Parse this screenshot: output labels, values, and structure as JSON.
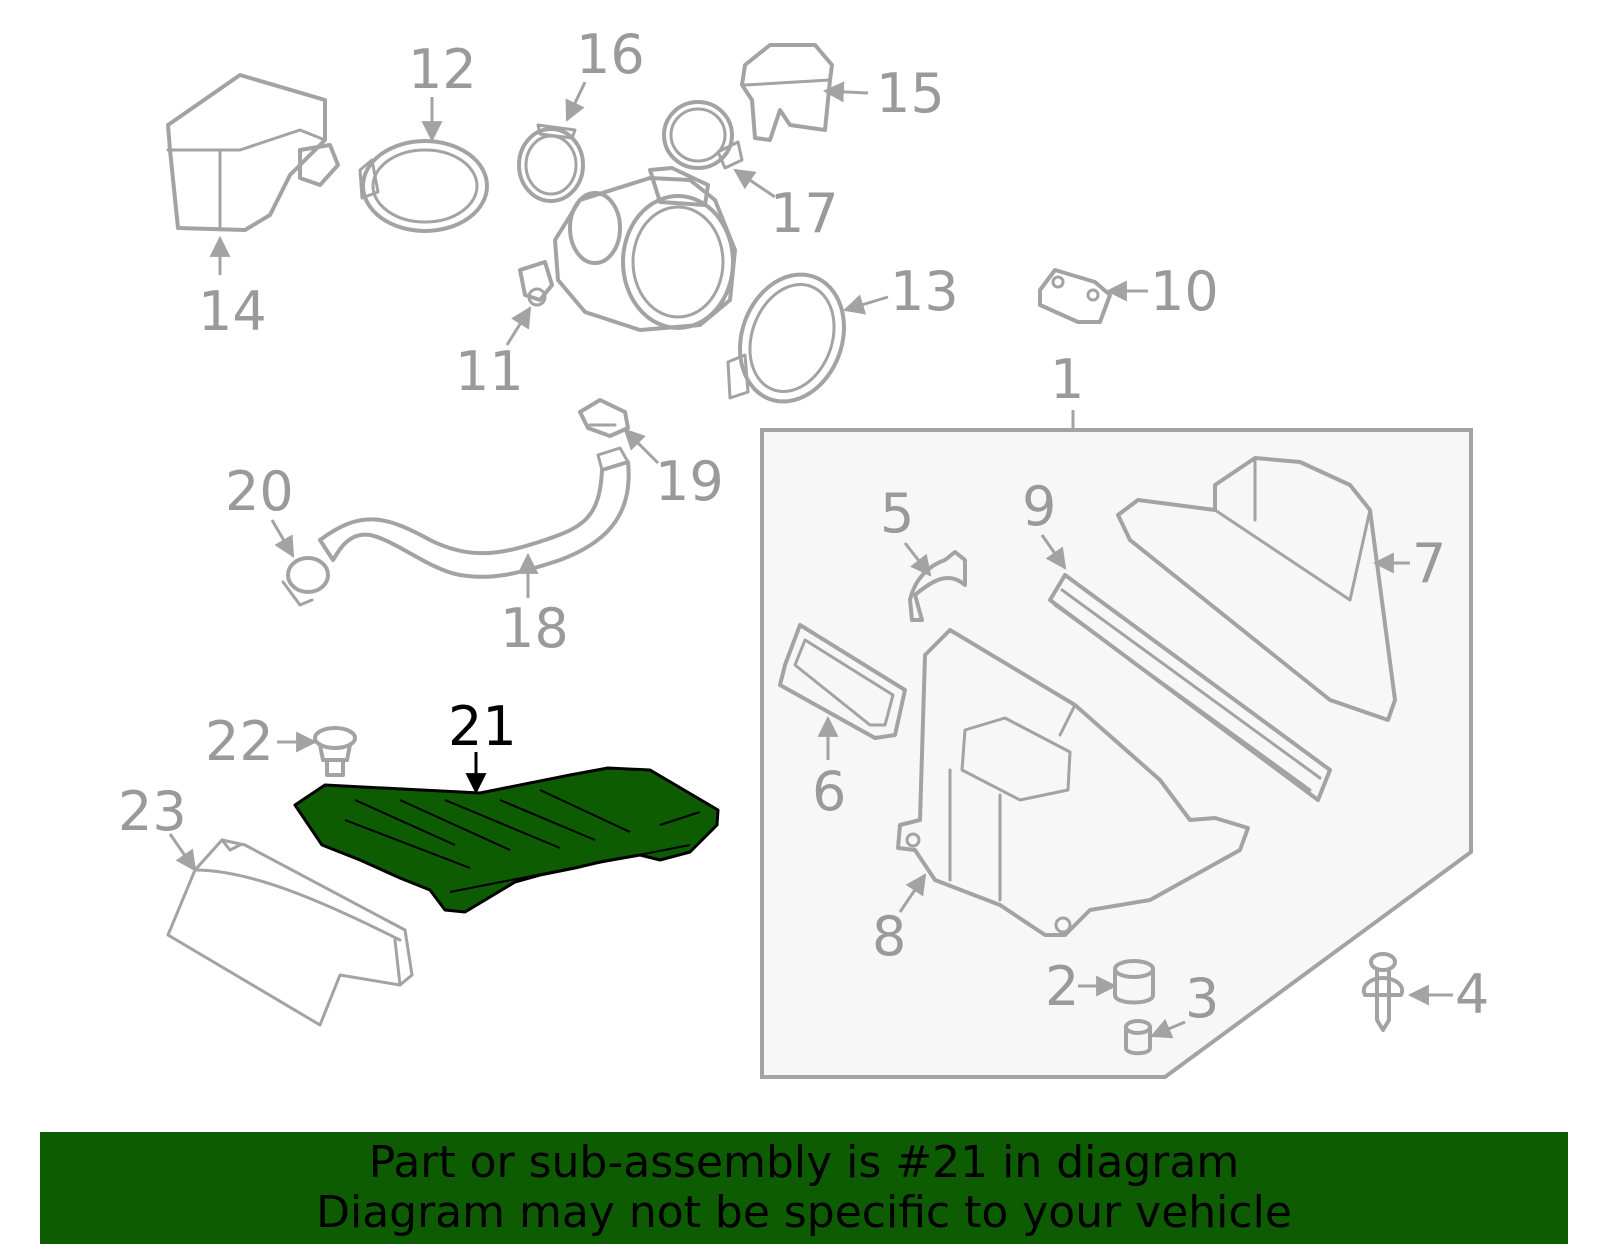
{
  "diagram": {
    "highlight_color": "#0d5c02",
    "part_line_color": "#a3a3a3",
    "assembly_box_fill": "#f7f7f7",
    "highlighted_part": "21",
    "callouts": [
      {
        "id": "1",
        "label": "1"
      },
      {
        "id": "2",
        "label": "2"
      },
      {
        "id": "3",
        "label": "3"
      },
      {
        "id": "4",
        "label": "4"
      },
      {
        "id": "5",
        "label": "5"
      },
      {
        "id": "6",
        "label": "6"
      },
      {
        "id": "7",
        "label": "7"
      },
      {
        "id": "8",
        "label": "8"
      },
      {
        "id": "9",
        "label": "9"
      },
      {
        "id": "10",
        "label": "10"
      },
      {
        "id": "11",
        "label": "11"
      },
      {
        "id": "12",
        "label": "12"
      },
      {
        "id": "13",
        "label": "13"
      },
      {
        "id": "14",
        "label": "14"
      },
      {
        "id": "15",
        "label": "15"
      },
      {
        "id": "16",
        "label": "16"
      },
      {
        "id": "17",
        "label": "17"
      },
      {
        "id": "18",
        "label": "18"
      },
      {
        "id": "19",
        "label": "19"
      },
      {
        "id": "20",
        "label": "20"
      },
      {
        "id": "21",
        "label": "21"
      },
      {
        "id": "22",
        "label": "22"
      },
      {
        "id": "23",
        "label": "23"
      }
    ]
  },
  "banner": {
    "line1": "Part or sub-assembly is #21 in diagram",
    "line2": "Diagram may not be specific to your vehicle",
    "background": "#0d5c02"
  }
}
